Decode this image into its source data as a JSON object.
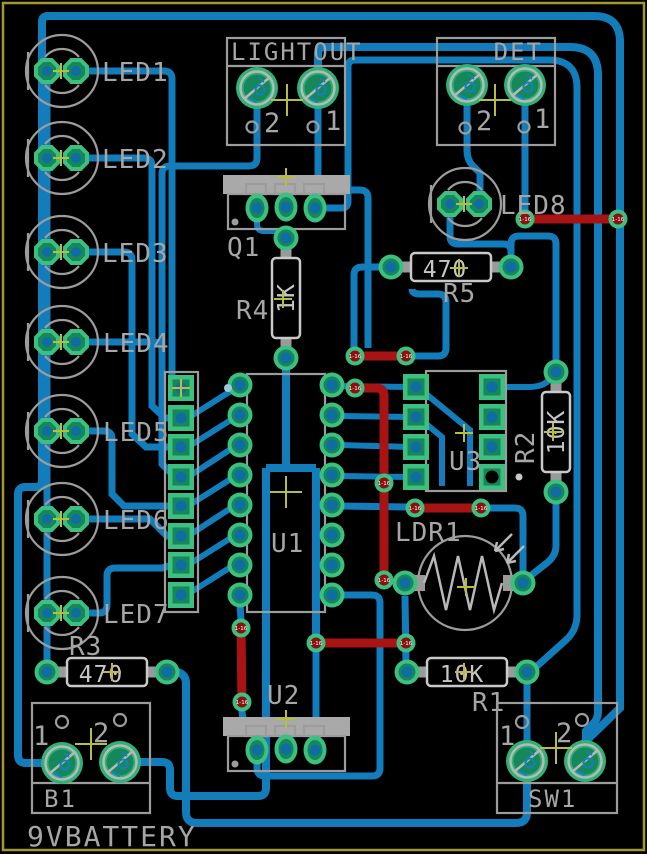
{
  "board": {
    "background": "#000000",
    "outline_color": "#a5982f",
    "top_trace_color": "#137dbb",
    "bottom_trace_color": "#a81414",
    "pad_color": "#3dbf7f",
    "pad_inner_color": "#15875a",
    "hole_color": "#0f6da3",
    "silkscreen_color": "#9c9c9c",
    "origin_cross_color": "#b9bd3c",
    "via_span_label": "1-16"
  },
  "components": {
    "leds": {
      "led1": "LED1",
      "led2": "LED2",
      "led3": "LED3",
      "led4": "LED4",
      "led5": "LED5",
      "led6": "LED6",
      "led7": "LED7",
      "led8": "LED8"
    },
    "connectors": {
      "lightout": {
        "name": "LIGHTOUT",
        "pins": [
          "2",
          "1"
        ]
      },
      "det": {
        "name": "DET",
        "pins": [
          "2",
          "1"
        ]
      },
      "b1": {
        "name": "B1",
        "subtitle": "9VBATTERY",
        "pins": [
          "1",
          "2"
        ]
      },
      "sw1": {
        "name": "SW1",
        "pins": [
          "1",
          "2"
        ]
      }
    },
    "ics": {
      "q1": "Q1",
      "u1": "U1",
      "u2": "U2",
      "u3": "U3"
    },
    "resistors": {
      "r1": {
        "name": "R1",
        "value": "10K"
      },
      "r2": {
        "name": "R2",
        "value": "10K"
      },
      "r3": {
        "name": "R3",
        "value": "470"
      },
      "r4": {
        "name": "R4",
        "value": "1K"
      },
      "r5": {
        "name": "R5",
        "value": "470"
      }
    },
    "sensors": {
      "ldr1": "LDR1"
    }
  }
}
